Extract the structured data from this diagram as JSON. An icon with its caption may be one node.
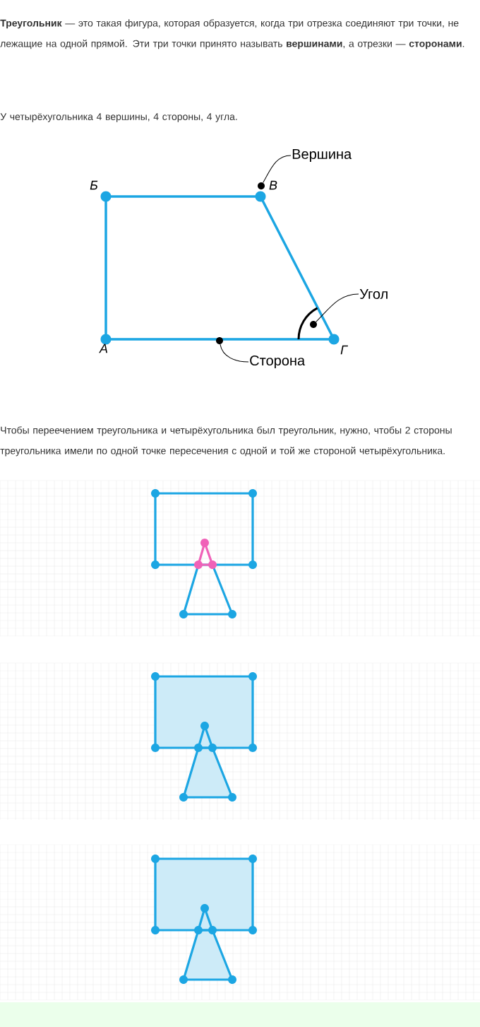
{
  "diagram": {
    "nodes": [
      {
        "text": [
          "Вершина"
        ]
      },
      {
        "text": [],
        "shape": "circle"
      },
      {
        "text": [
          "Угол"
        ]
      },
      {
        "text": [],
        "shape": "circle"
      },
      {
        "text": [
          "Сторона"
        ]
      },
      {
        "text": [],
        "shape": "circle"
      }
    ],
    "edges": [
      {
        "from": 0,
        "to": 1,
        "arrow": "none"
      },
      {
        "from": 2,
        "to": 3,
        "arrow": "none"
      },
      {
        "from": 4,
        "to": 5,
        "arrow": "none"
      }
    ],
    "labels": [
      "**Треугольник** — это такая фигура, которая образуется, когда три отрезка соединяют три точки, не лежащие на одной прямой. Эти три точки принято называть **вершинами**, а отрезки — **сторонами**.",
      "У четырёхугольника 4 вершины, 4 стороны, 4 угла.",
      "Б",
      "В",
      "А",
      "Г",
      "Чтобы переечением треугольника и четырёхугольника был треугольник, нужно, чтобы 2 стороны треугольника имели по одной точке пересечения с одной и той же стороной четырёхугольника."
    ]
  }
}
